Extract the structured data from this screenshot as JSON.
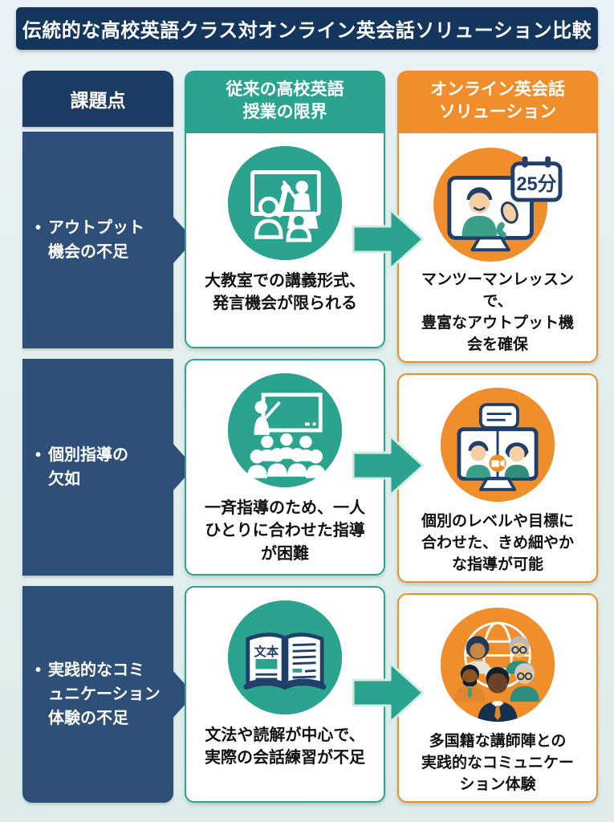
{
  "title": "伝統的な高校英語クラス対オンライン英会話ソリューション比較",
  "columns": {
    "issues": {
      "header": "課題点"
    },
    "traditional": {
      "header": "従来の高校英語\n授業の限界"
    },
    "online": {
      "header": "オンライン英会話\nソリューション"
    }
  },
  "rows": [
    {
      "issue": {
        "bullet": "•",
        "text": "アウトプット\n機会の不足"
      },
      "traditional": {
        "icon": "classroom-raise-hand-icon",
        "text": "大教室での講義形式、\n発言機会が限られる"
      },
      "online": {
        "icon": "video-call-wave-icon",
        "badge": "25分",
        "text": "マンツーマンレッスンで、\n豊富なアウトプット機\n会を確保"
      }
    },
    {
      "issue": {
        "bullet": "•",
        "text": "個別指導の\n欠如"
      },
      "traditional": {
        "icon": "lecture-crowd-icon",
        "text": "一斉指導のため、一人\nひとりに合わせた指導\nが困難"
      },
      "online": {
        "icon": "video-call-two-people-icon",
        "text": "個別のレベルや目標に\n合わせた、きめ細やか\nな指導が可能"
      }
    },
    {
      "issue": {
        "bullet": "•",
        "text": "実践的なコミ\nュニケーション\n体験の不足"
      },
      "traditional": {
        "icon": "textbook-icon",
        "book_label": "文本",
        "text": "文法や読解が中心で、\n実際の会話練習が不足"
      },
      "online": {
        "icon": "global-teachers-icon",
        "text": "多国籍な講師陣との\n実践的なコミュニケー\nション体験"
      }
    }
  ],
  "colors": {
    "banner_navy": "#14355c",
    "issues_header_navy": "#1c3c64",
    "issues_section_navy": "#2e5078",
    "teal": "#2aa38f",
    "orange": "#ef8e2b",
    "card_background": "#ffffff",
    "page_background": "#e3efee",
    "text_dark": "#111111"
  }
}
